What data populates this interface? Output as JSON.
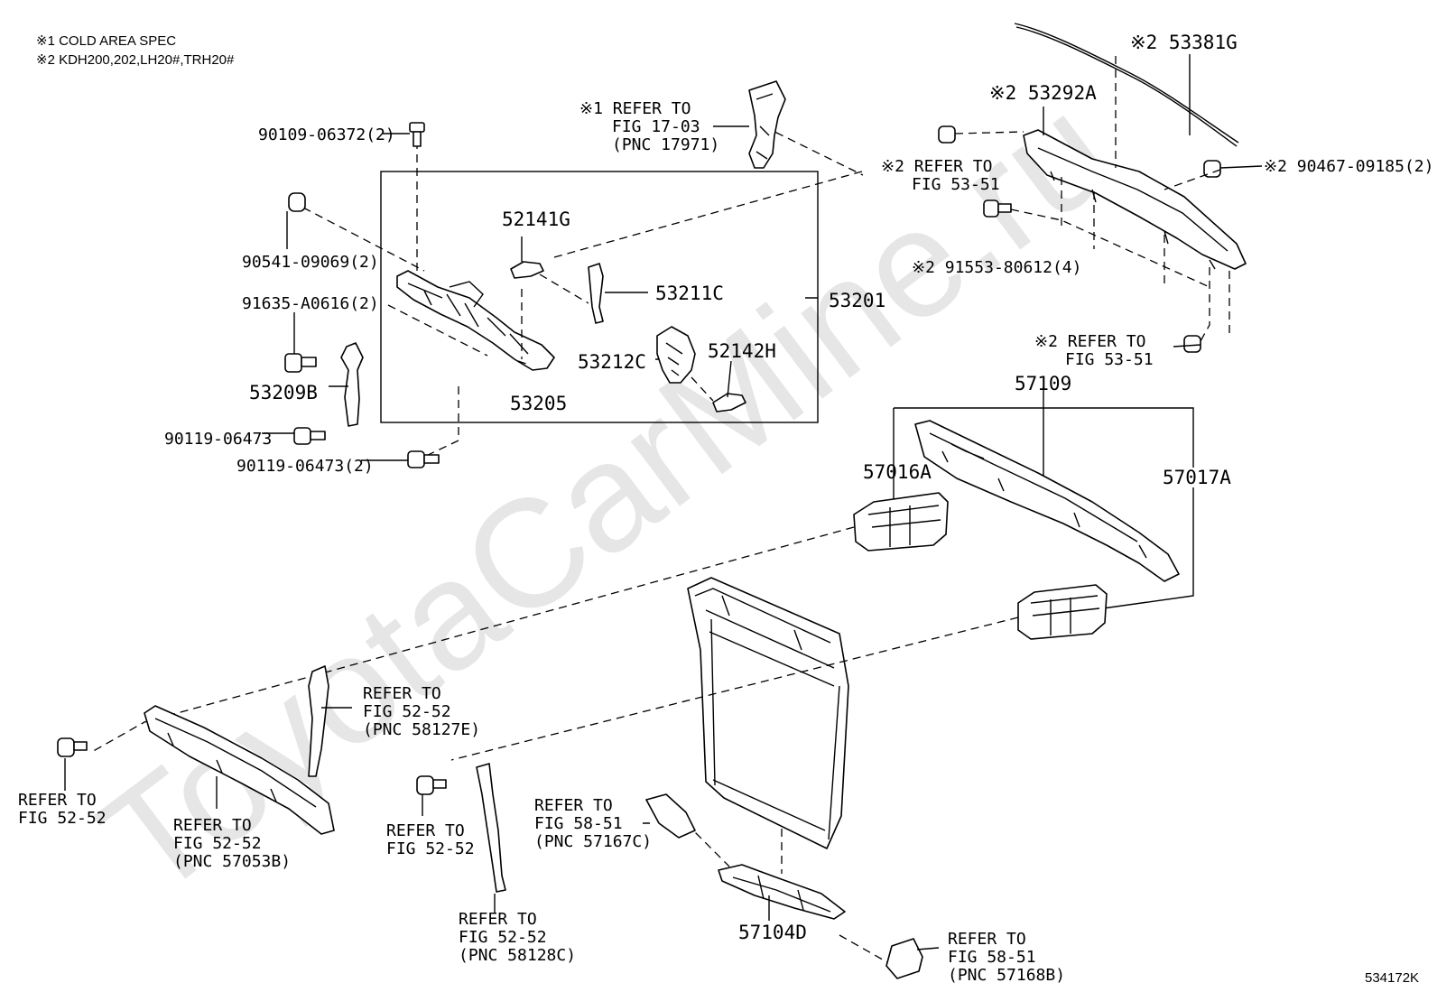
{
  "notes": {
    "note1": "※1  COLD AREA SPEC",
    "note2": "※2  KDH200,202,LH20#,TRH20#"
  },
  "watermark": "ToyotaCarMine.ru",
  "figure_code": "534172K",
  "labels": {
    "b90109": "90109-06372(2)",
    "b90541": "90541-09069(2)",
    "b91635": "91635-A0616(2)",
    "p53209B": "53209B",
    "b90119a": "90119-06473",
    "b90119b": "90119-06473(2)",
    "p52141G": "52141G",
    "p53211C": "53211C",
    "p53201": "53201",
    "p53212C": "53212C",
    "p52142H": "52142H",
    "p53205": "53205",
    "ref17_1": "※1 REFER TO",
    "ref17_2": "FIG 17-03",
    "ref17_3": "(PNC 17971)",
    "p53381G": "※2 53381G",
    "p53292A": "※2 53292A",
    "ref5351a_1": "※2 REFER TO",
    "ref5351a_2": "FIG 53-51",
    "b90467": "※2 90467-09185(2)",
    "b91553": "※2 91553-80612(4)",
    "ref5351b_1": "※2 REFER TO",
    "ref5351b_2": "FIG 53-51",
    "p57109": "57109",
    "p57016A": "57016A",
    "p57017A": "57017A",
    "ref5252a_1": "REFER TO",
    "ref5252a_2": "FIG 52-52",
    "ref5252b_1": "REFER TO",
    "ref5252b_2": "FIG 52-52",
    "ref5252b_3": "(PNC 57053B)",
    "ref5252c_1": "REFER TO",
    "ref5252c_2": "FIG 52-52",
    "ref5252c_3": "(PNC 58127E)",
    "ref5252d_1": "REFER TO",
    "ref5252d_2": "FIG 52-52",
    "ref5252e_1": "REFER TO",
    "ref5252e_2": "FIG 52-52",
    "ref5252e_3": "(PNC 58128C)",
    "ref5851a_1": "REFER TO",
    "ref5851a_2": "FIG 58-51",
    "ref5851a_3": "(PNC 57167C)",
    "p57104D": "57104D",
    "ref5851b_1": "REFER TO",
    "ref5851b_2": "FIG 58-51",
    "ref5851b_3": "(PNC 57168B)"
  }
}
